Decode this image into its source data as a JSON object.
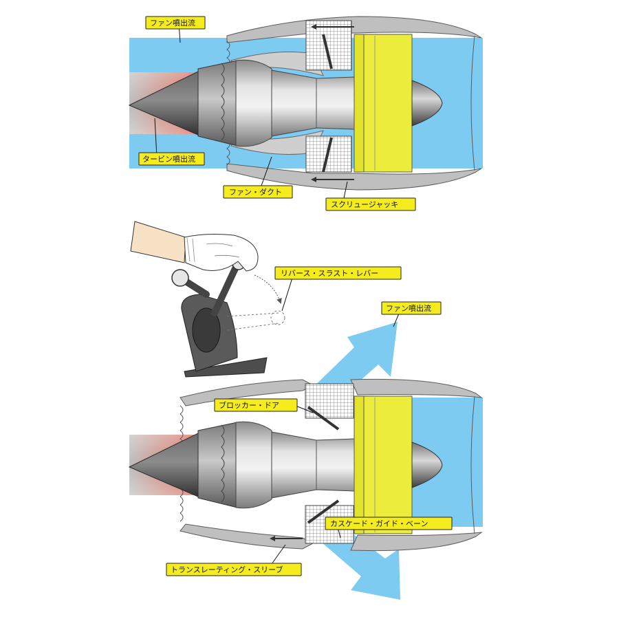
{
  "colors": {
    "fan_flow": "#7ecbf2",
    "nacelle": "#bfbfbf",
    "nacelle_edge": "#5a5a5a",
    "fan_blade": "#ecec3c",
    "core": "#c6c6c6",
    "cone_dark": "#4a4a4a",
    "turbine_hot": "#e33b2e",
    "label_fill": "#f5ec1e",
    "lever_dark": "#4d4d4d",
    "sleeve_skin": "#f7e2c6"
  },
  "icons": [
    "hand-icon",
    "reverse-thrust-lever-icon",
    "turbofan-engine-icon",
    "exhaust-arrow-icon"
  ],
  "forward_thrust": {
    "labels": {
      "fan_exhaust": "ファン噴出流",
      "turbine_exhaust": "タービン噴出流",
      "fan_duct": "ファン・ダクト",
      "screw_jack": "スクリュージャッキ"
    }
  },
  "lever": {
    "labels": {
      "reverse_thrust_lever": "リバース・スラスト・レバー"
    }
  },
  "reverse_thrust": {
    "labels": {
      "fan_exhaust": "ファン噴出流",
      "blocker_door": "ブロッカー・ドア",
      "cascade_guide_vane": "カスケード・ガイド・ベーン",
      "translating_sleeve": "トランスレーティング・スリーブ"
    }
  }
}
